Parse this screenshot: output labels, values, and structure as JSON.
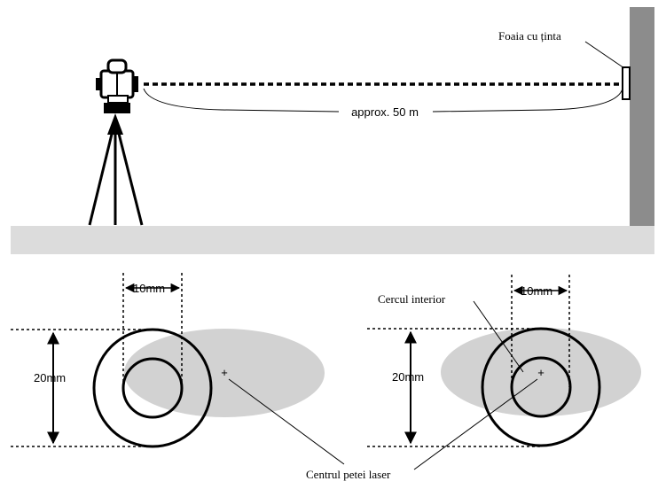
{
  "labels": {
    "target_sheet": "Foaia cu ținta",
    "distance": "approx. 50 m",
    "inner_circle": "Cercul interior",
    "laser_center": "Centrul petei laser"
  },
  "dimensions": {
    "left_width": "10mm",
    "left_height": "20mm",
    "right_width": "10mm",
    "right_height": "20mm"
  },
  "colors": {
    "ground": "#dcdcdc",
    "wall": "#8c8c8c",
    "laser_spot": "#d2d2d2",
    "line": "#000000"
  }
}
